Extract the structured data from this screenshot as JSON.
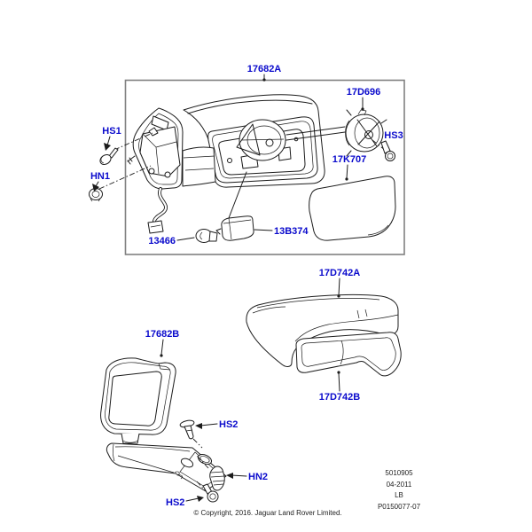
{
  "colors": {
    "label_blue": "#0a0acc",
    "line_black": "#1c1c1c",
    "frame_gray": "#808080"
  },
  "callouts": {
    "assembly_top": "17682A",
    "screw1": "HS1",
    "nut1": "HN1",
    "bulb": "13466",
    "lamp": "13B374",
    "motor": "17D696",
    "screw3": "HS3",
    "glass": "17K707",
    "cap_upper": "17D742A",
    "cap_lower": "17D742B",
    "assembly_bottom": "17682B",
    "screw2_top": "HS2",
    "nut2": "HN2",
    "screw2_bottom": "HS2"
  },
  "footer": {
    "copyright": "© Copyright, 2016. Jaguar Land Rover Limited.",
    "sheet_number": "5010905",
    "date": "04-2011",
    "code": "LB",
    "drawing_number": "P0150077-07"
  }
}
